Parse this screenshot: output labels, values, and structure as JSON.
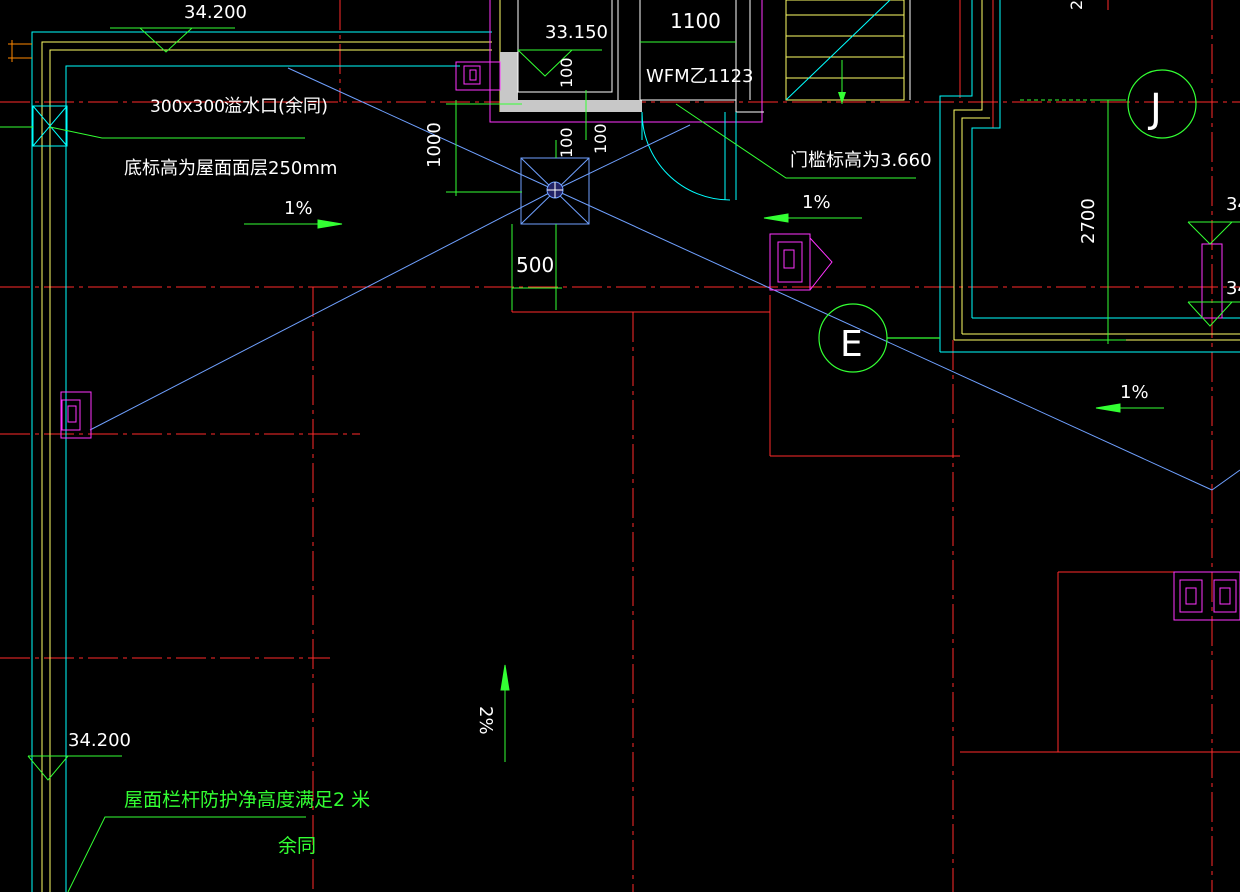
{
  "colors": {
    "background": "#000000",
    "axis_grid": "#ff2a2a",
    "wall_cyan": "#00ffff",
    "wall_yellow": "#ffff66",
    "slope_line": "#6fa0ff",
    "leader_green": "#33ff33",
    "drain_magenta": "#ff33ff",
    "text_white": "#ffffff",
    "text_green": "#33ff33"
  },
  "elevations": {
    "top_left": "34.200",
    "bottom_left": "34.200",
    "stair_landing": "33.150",
    "right_top": "34",
    "right_bottom": "34"
  },
  "door": {
    "width": "1100",
    "code": "WFM乙1123"
  },
  "annotations": {
    "overflow_size": "300x300",
    "overflow_label": "溢水口(余同)",
    "overflow_bottom": "底标高为屋面面层250mm",
    "threshold": "门槛标高为3.660",
    "railing": "屋面栏杆防护净高度满足2 米",
    "railing_same": "余同"
  },
  "slopes": {
    "s1": "1%",
    "s2": "1%",
    "s3": "1%",
    "s4": "2%"
  },
  "dimensions": {
    "d1000": "1000",
    "d100a": "100",
    "d100b": "100",
    "d100c": "100",
    "d500": "500",
    "d2700": "2700",
    "d2top": "2"
  },
  "axes": {
    "j": "J",
    "e": "E"
  }
}
